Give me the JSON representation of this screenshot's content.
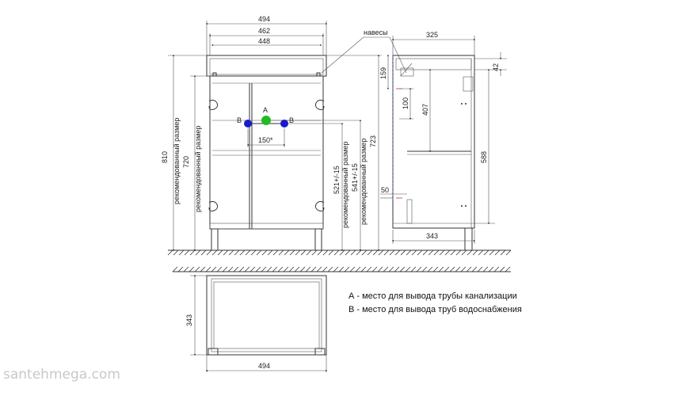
{
  "dimensions": {
    "front_width_outer": "494",
    "front_width_mid": "462",
    "front_width_inner": "448",
    "front_height_total": "810",
    "front_height_720": "720",
    "front_height_723": "723",
    "front_height_521": "521+/-15",
    "front_height_541": "541+/-15",
    "pipe_spacing": "150*",
    "side_depth_top": "325",
    "side_depth_bottom": "343",
    "side_top_offset": "42",
    "side_hinge_159": "159",
    "side_hinge_100": "100",
    "side_shelf_407": "407",
    "side_height_588": "588",
    "side_bottom_50": "50",
    "plan_depth": "343",
    "plan_width": "494"
  },
  "labels": {
    "recommended": "рекомендованный размер",
    "hinges": "навесы",
    "point_a": "A",
    "point_b_left": "B",
    "point_b_right": "B"
  },
  "legend": {
    "a": "А - место для вывода трубы канализации",
    "b": "В - место для вывода труб водоснабжения"
  },
  "watermark": "santehmega.com",
  "colors": {
    "point_a": "#22bb22",
    "point_b": "#1a1acc",
    "hatch": "#333333"
  }
}
